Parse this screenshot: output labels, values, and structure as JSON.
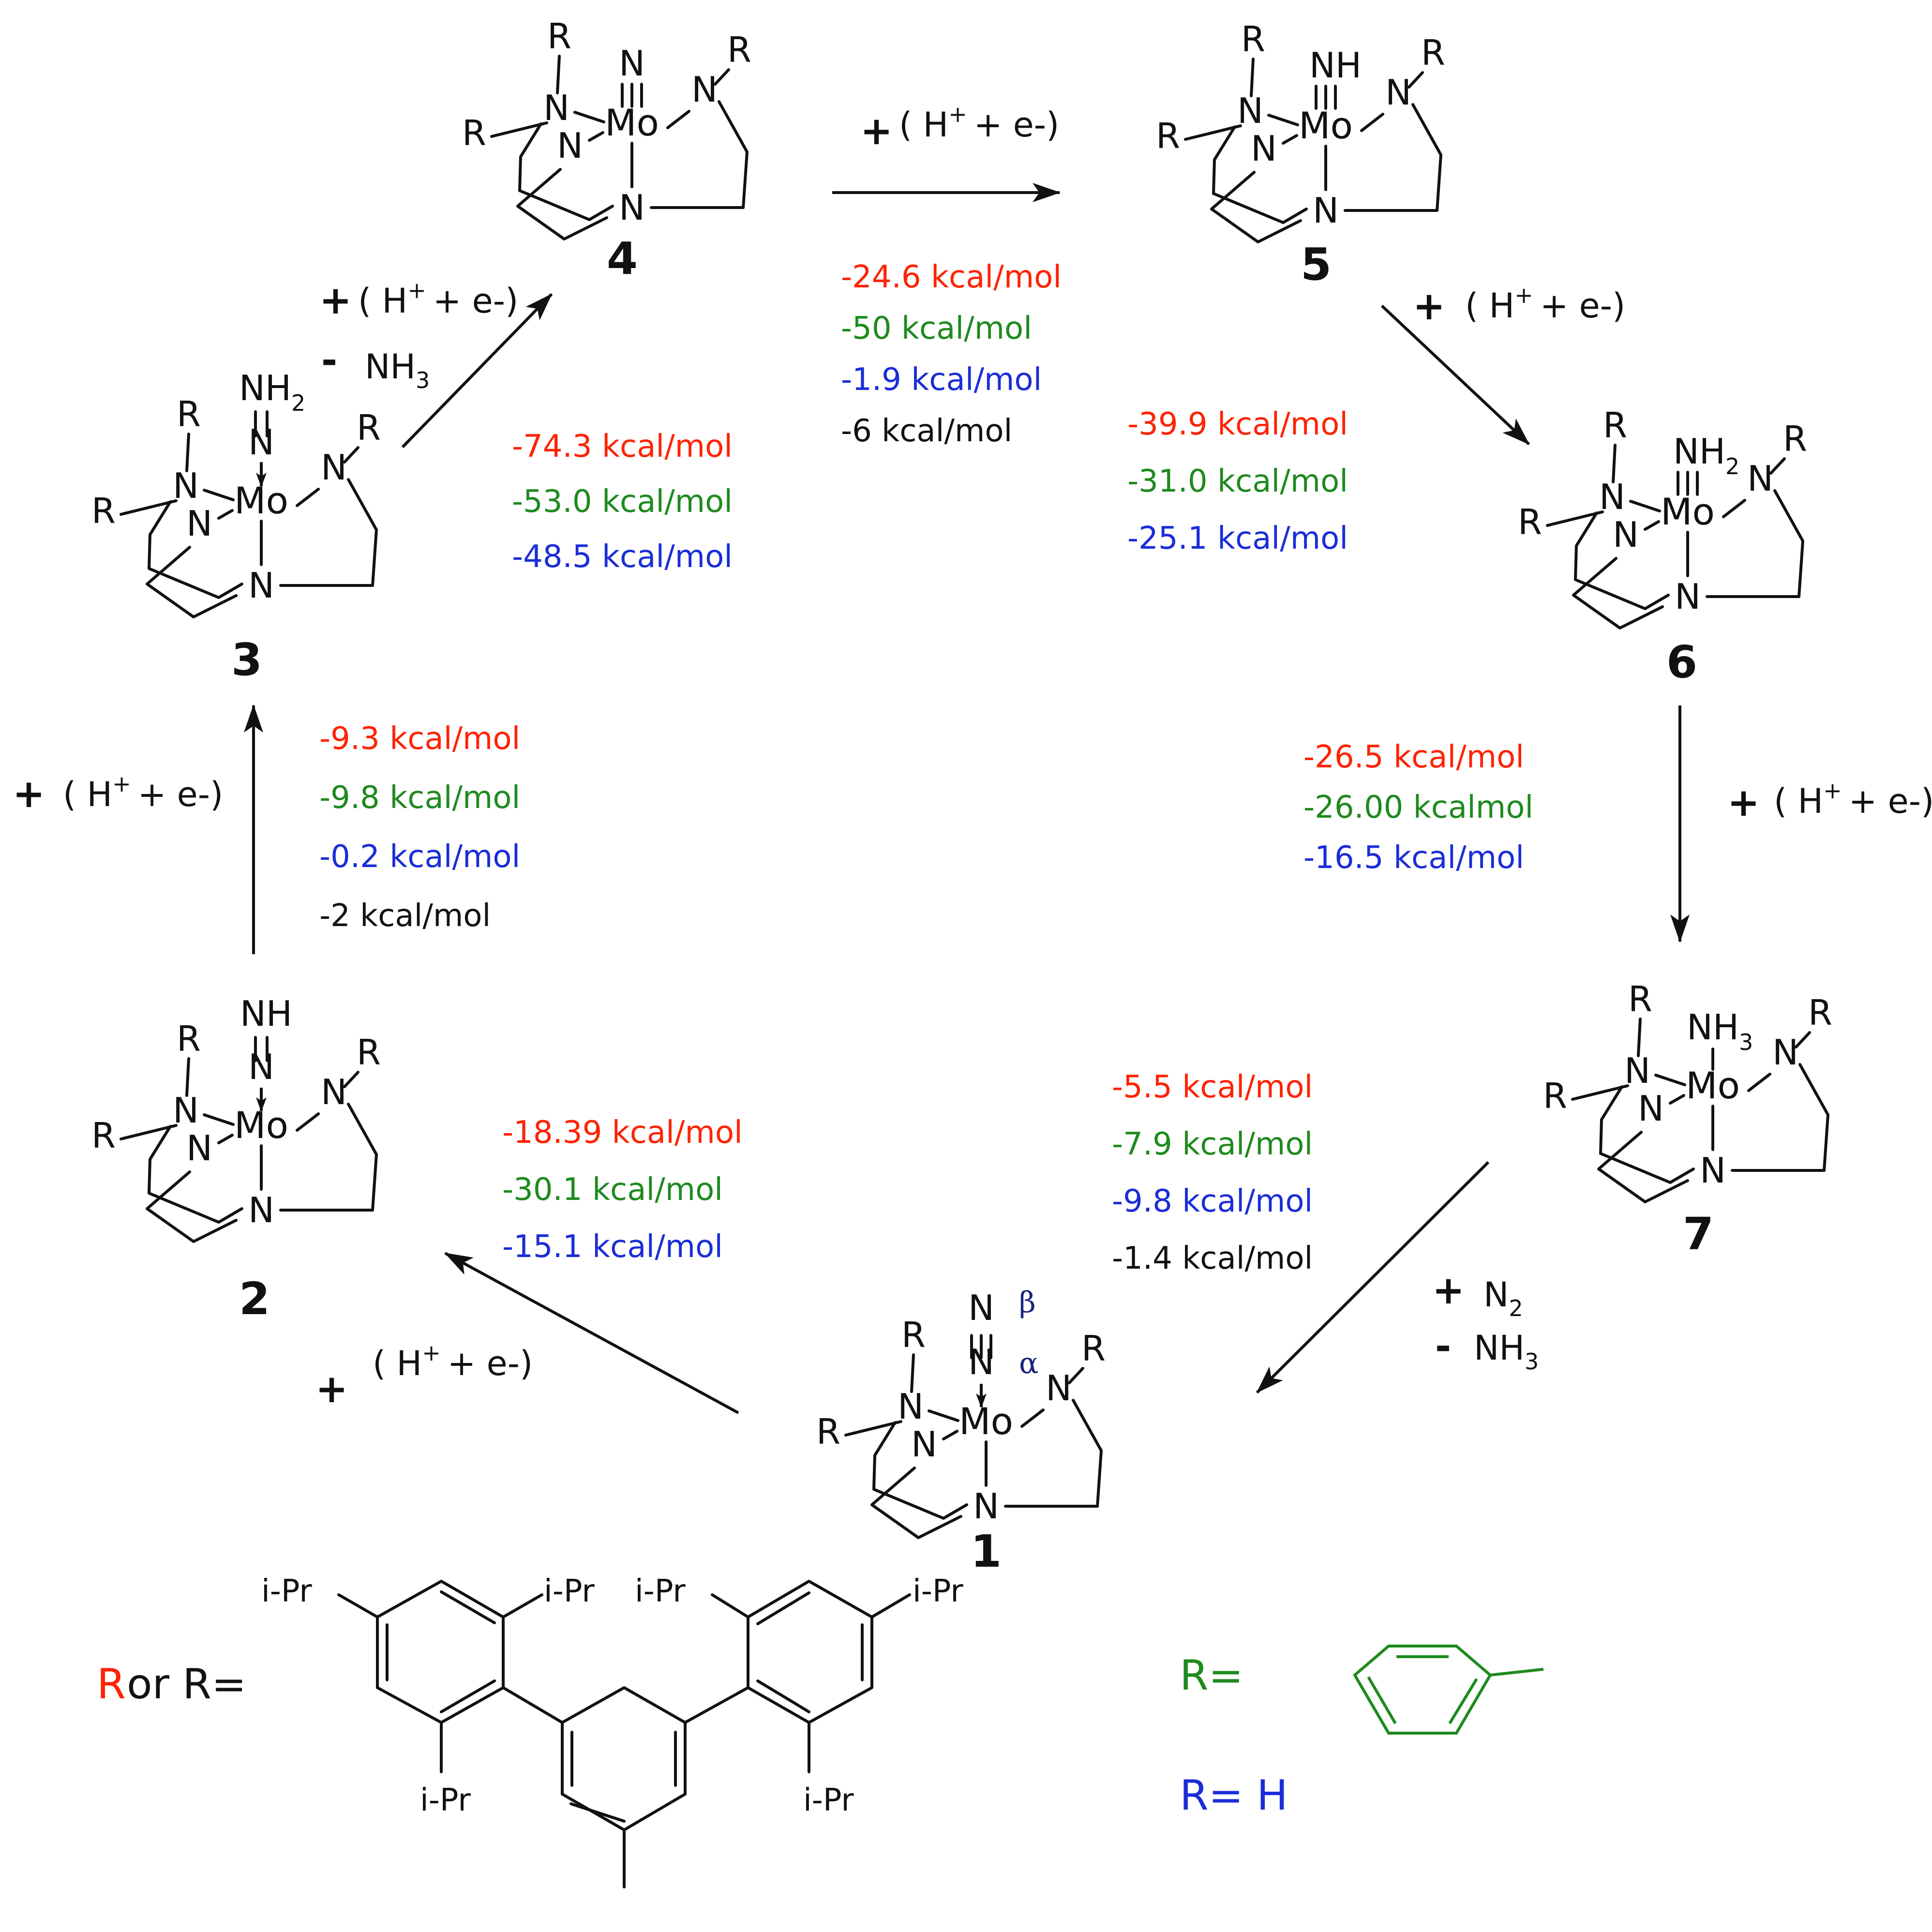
{
  "colors": {
    "red": "#ff2200",
    "green": "#1e8a1e",
    "blue": "#1a2dd8",
    "black": "#111111",
    "greek": "#1a237e"
  },
  "atoms": {
    "mo": "Mo",
    "n": "N",
    "r": "R",
    "nh": "NH",
    "nh_base": "NH",
    "sub_2": "2",
    "sub_3": "3",
    "ipr": "i-Pr"
  },
  "greek": {
    "alpha": "α",
    "beta": "β"
  },
  "compounds": [
    {
      "number": "1",
      "ligand": "N2"
    },
    {
      "number": "2",
      "ligand": "NNH"
    },
    {
      "number": "3",
      "ligand": "NNH2"
    },
    {
      "number": "4",
      "ligand": "N"
    },
    {
      "number": "5",
      "ligand": "NH"
    },
    {
      "number": "6",
      "ligand": "NH2"
    },
    {
      "number": "7",
      "ligand": "NH3"
    }
  ],
  "reagents": {
    "plus": "+",
    "minus": "-",
    "h_e_open": "( H",
    "h_e_close": "+ e-)",
    "sup_plus": "+",
    "nh": "NH",
    "n": "N",
    "sub_3": "3",
    "sub_2": "2"
  },
  "steps": [
    {
      "id": "s12",
      "energies": [
        {
          "text": "-18.39 kcal/mol",
          "color": "red"
        },
        {
          "text": "-30.1 kcal/mol",
          "color": "green"
        },
        {
          "text": "-15.1  kcal/mol",
          "color": "blue"
        }
      ]
    },
    {
      "id": "s23",
      "energies": [
        {
          "text": "-9.3 kcal/mol",
          "color": "red"
        },
        {
          "text": "-9.8 kcal/mol",
          "color": "green"
        },
        {
          "text": "-0.2 kcal/mol",
          "color": "blue"
        },
        {
          "text": "-2 kcal/mol",
          "color": "black"
        }
      ]
    },
    {
      "id": "s34",
      "energies": [
        {
          "text": "-74.3 kcal/mol",
          "color": "red"
        },
        {
          "text": "-53.0 kcal/mol",
          "color": "green"
        },
        {
          "text": "-48.5 kcal/mol",
          "color": "blue"
        }
      ]
    },
    {
      "id": "s45",
      "energies": [
        {
          "text": "-24.6 kcal/mol",
          "color": "red"
        },
        {
          "text": "-50 kcal/mol",
          "color": "green"
        },
        {
          "text": "-1.9 kcal/mol",
          "color": "blue"
        },
        {
          "text": "-6 kcal/mol",
          "color": "black"
        }
      ]
    },
    {
      "id": "s56",
      "energies": [
        {
          "text": "-39.9 kcal/mol",
          "color": "red"
        },
        {
          "text": "-31.0  kcal/mol",
          "color": "green"
        },
        {
          "text": "-25.1  kcal/mol",
          "color": "blue"
        }
      ]
    },
    {
      "id": "s67",
      "energies": [
        {
          "text": "-26.5  kcal/mol",
          "color": "red"
        },
        {
          "text": "-26.00 kcalmol",
          "color": "green"
        },
        {
          "text": "-16.5 kcal/mol",
          "color": "blue"
        }
      ]
    },
    {
      "id": "s71",
      "energies": [
        {
          "text": "-5.5 kcal/mol",
          "color": "red"
        },
        {
          "text": "-7.9 kcal/mol",
          "color": "green"
        },
        {
          "text": "-9.8  kcal/mol",
          "color": "blue"
        },
        {
          "text": "-1.4 kcal/mol",
          "color": "black"
        }
      ]
    }
  ],
  "legend": {
    "red_r": "R",
    "or_text": " or R=",
    "green_label": "R=",
    "blue_label": "R= H"
  }
}
